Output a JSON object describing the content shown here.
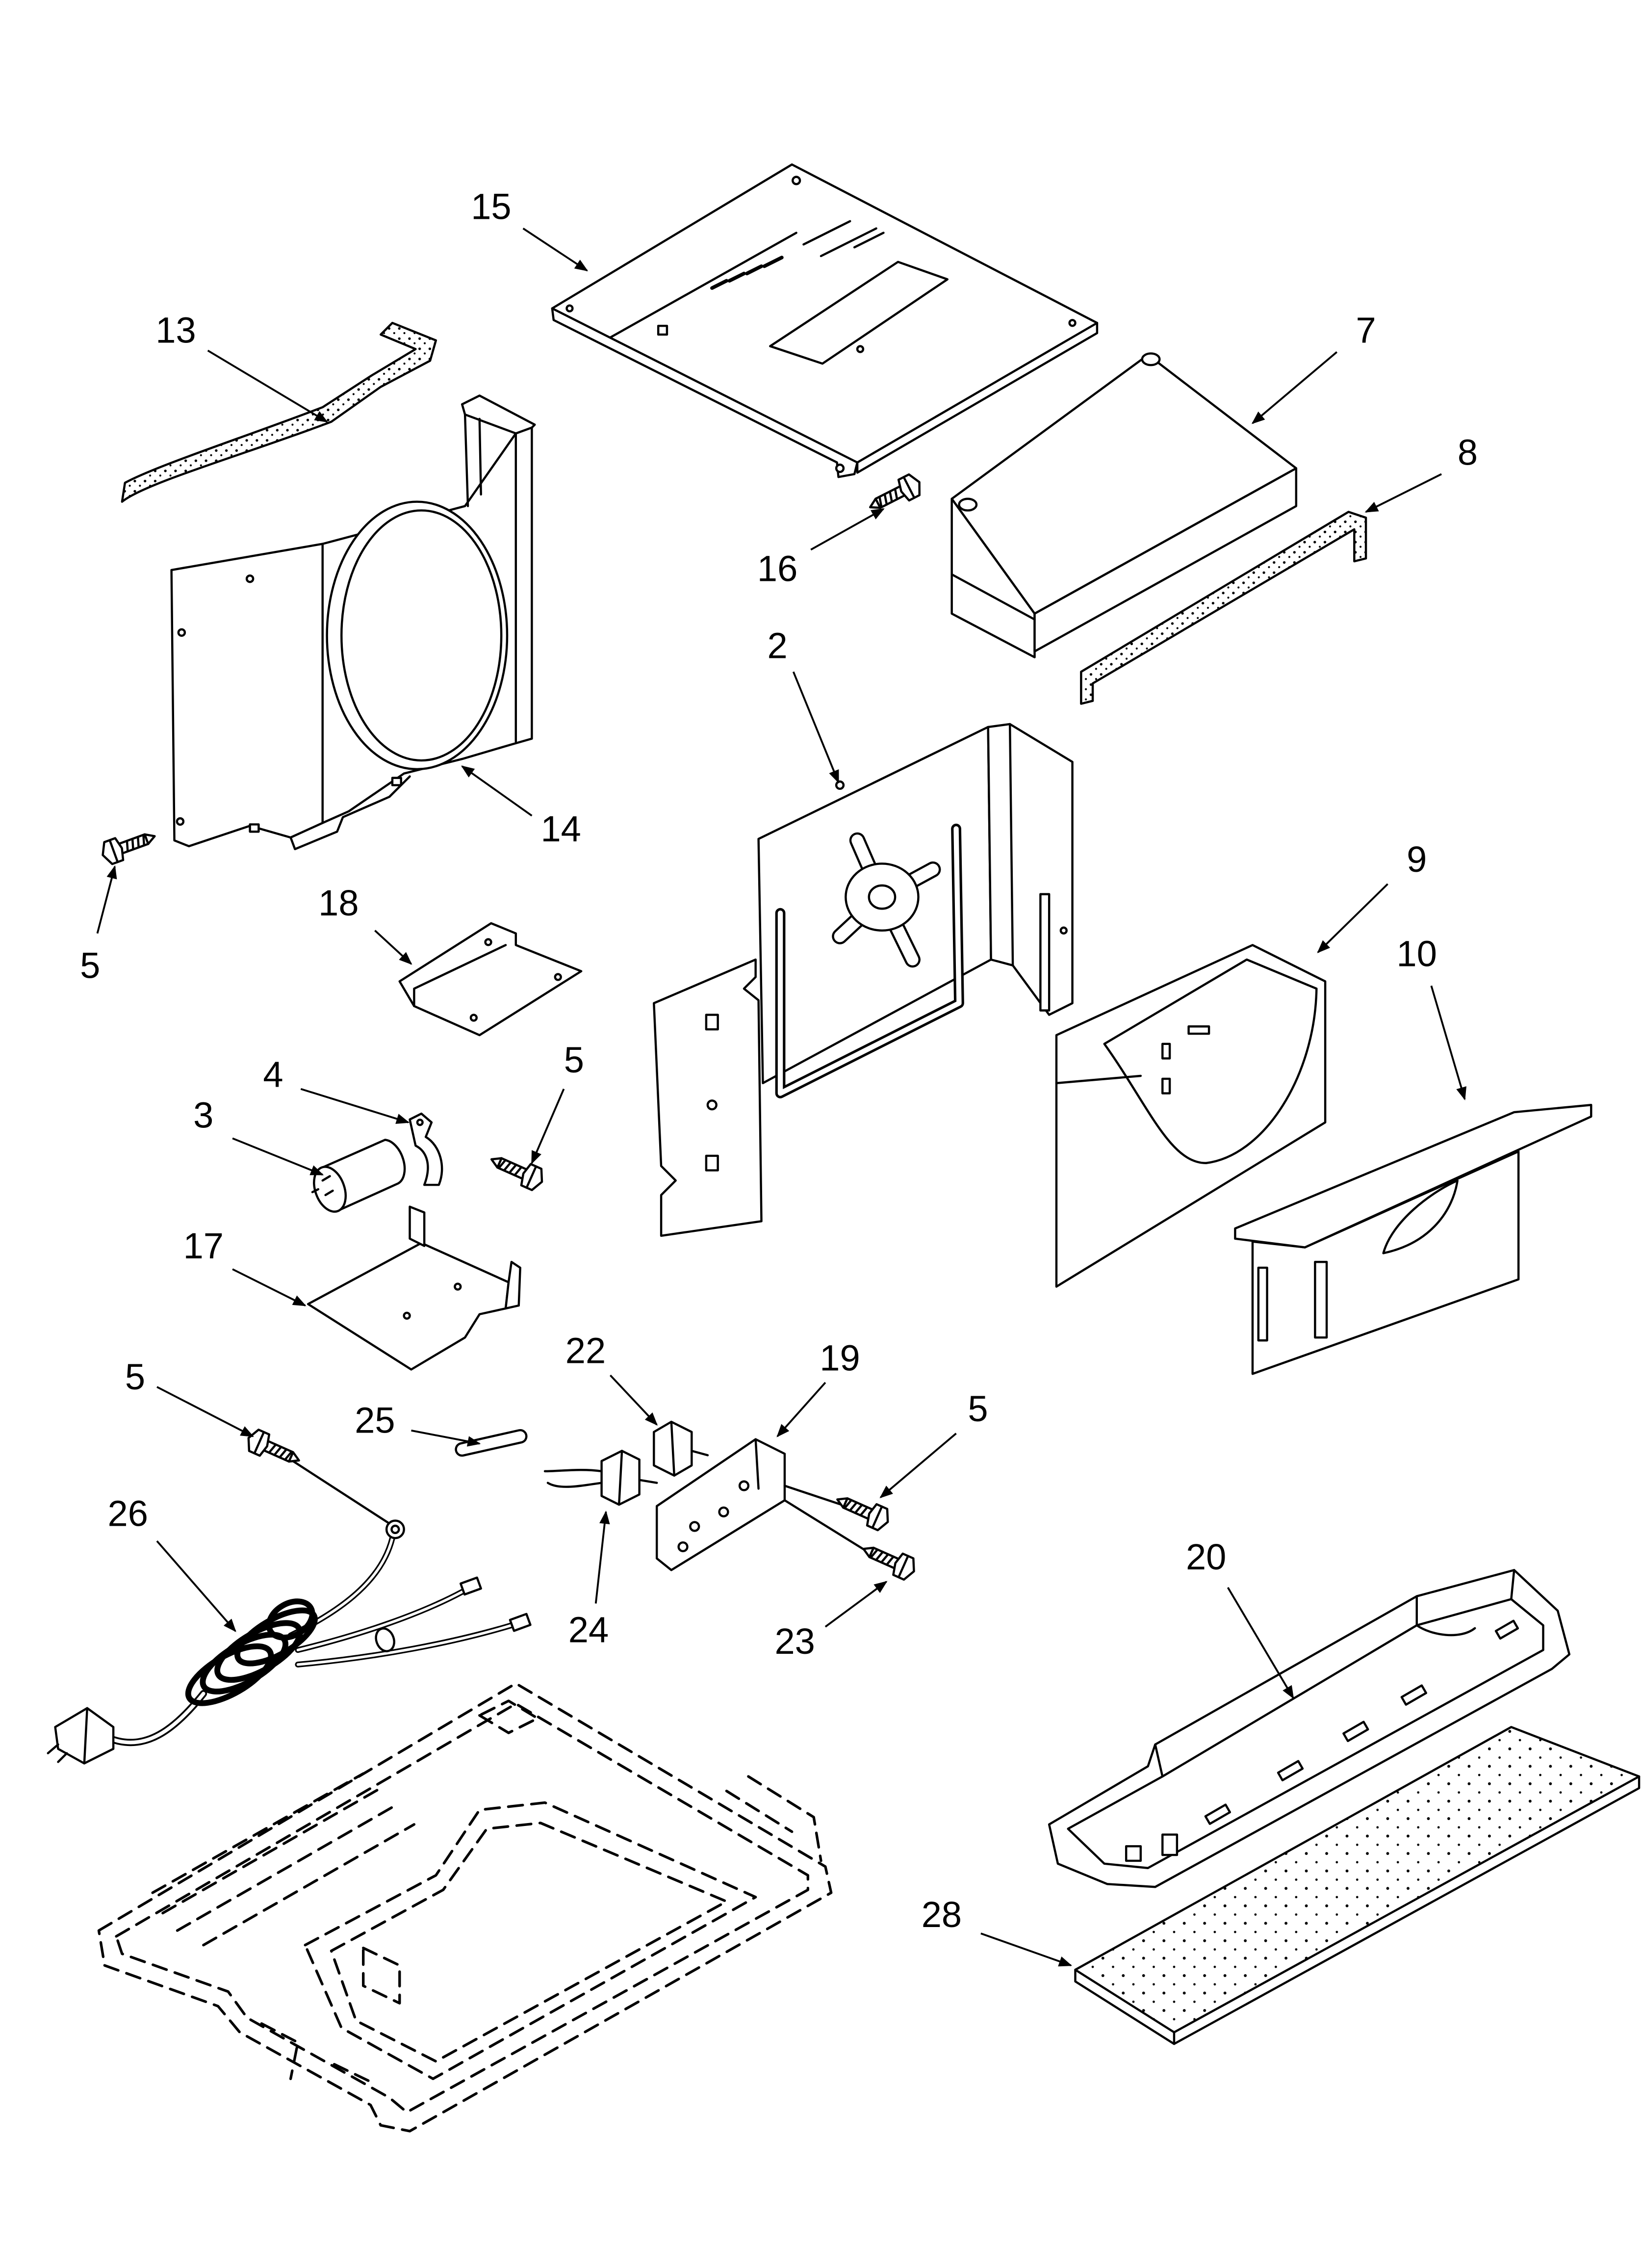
{
  "callouts": [
    {
      "label": "15"
    },
    {
      "label": "13"
    },
    {
      "label": "7"
    },
    {
      "label": "8"
    },
    {
      "label": "16"
    },
    {
      "label": "2"
    },
    {
      "label": "14"
    },
    {
      "label": "5"
    },
    {
      "label": "9"
    },
    {
      "label": "10"
    },
    {
      "label": "18"
    },
    {
      "label": "4"
    },
    {
      "label": "5"
    },
    {
      "label": "3"
    },
    {
      "label": "17"
    },
    {
      "label": "22"
    },
    {
      "label": "19"
    },
    {
      "label": "5"
    },
    {
      "label": "25"
    },
    {
      "label": "5"
    },
    {
      "label": "26"
    },
    {
      "label": "24"
    },
    {
      "label": "23"
    },
    {
      "label": "20"
    },
    {
      "label": "28"
    }
  ]
}
